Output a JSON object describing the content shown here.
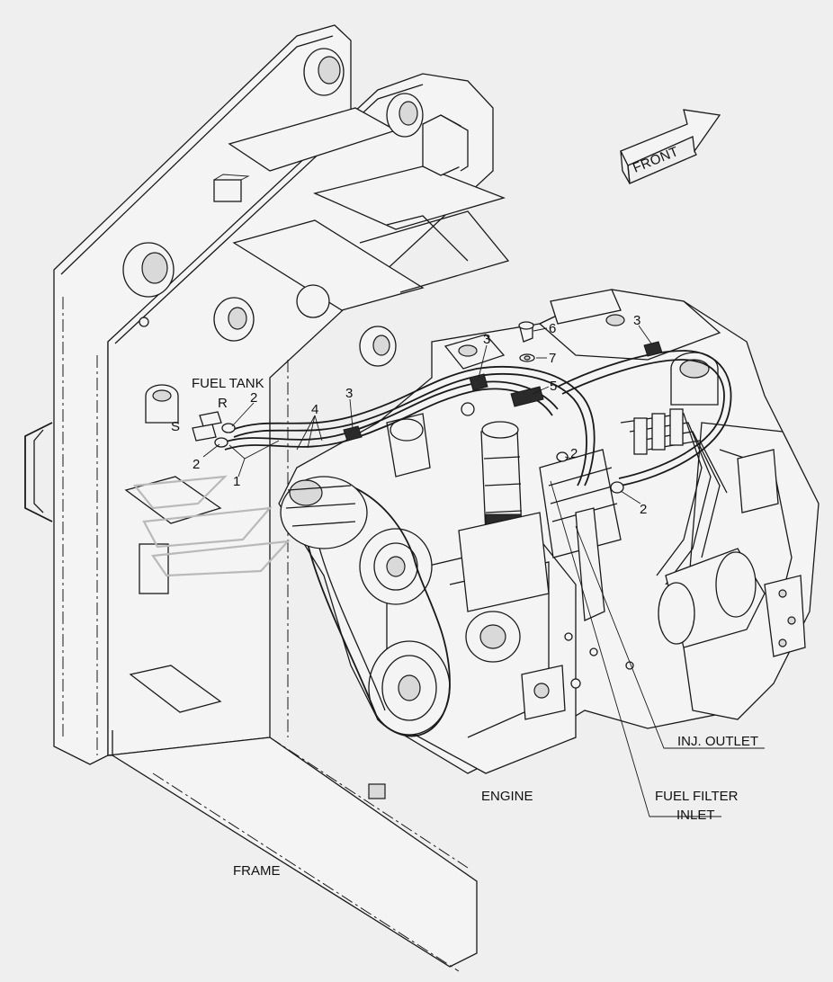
{
  "labels": {
    "fuel_tank": "FUEL TANK",
    "return": "R",
    "supply": "S",
    "front": "FRONT",
    "engine": "ENGINE",
    "frame": "FRAME",
    "inj_outlet": "INJ. OUTLET",
    "fuel_filter_inlet_line1": "FUEL FILTER",
    "fuel_filter_inlet_line2": "INLET"
  },
  "callouts": {
    "c1": "1",
    "c2a": "2",
    "c2b": "2",
    "c2c": "2",
    "c2d": "2",
    "c3a": "3",
    "c3b": "3",
    "c3c": "3",
    "c4": "4",
    "c5": "5",
    "c6": "6",
    "c7": "7"
  }
}
